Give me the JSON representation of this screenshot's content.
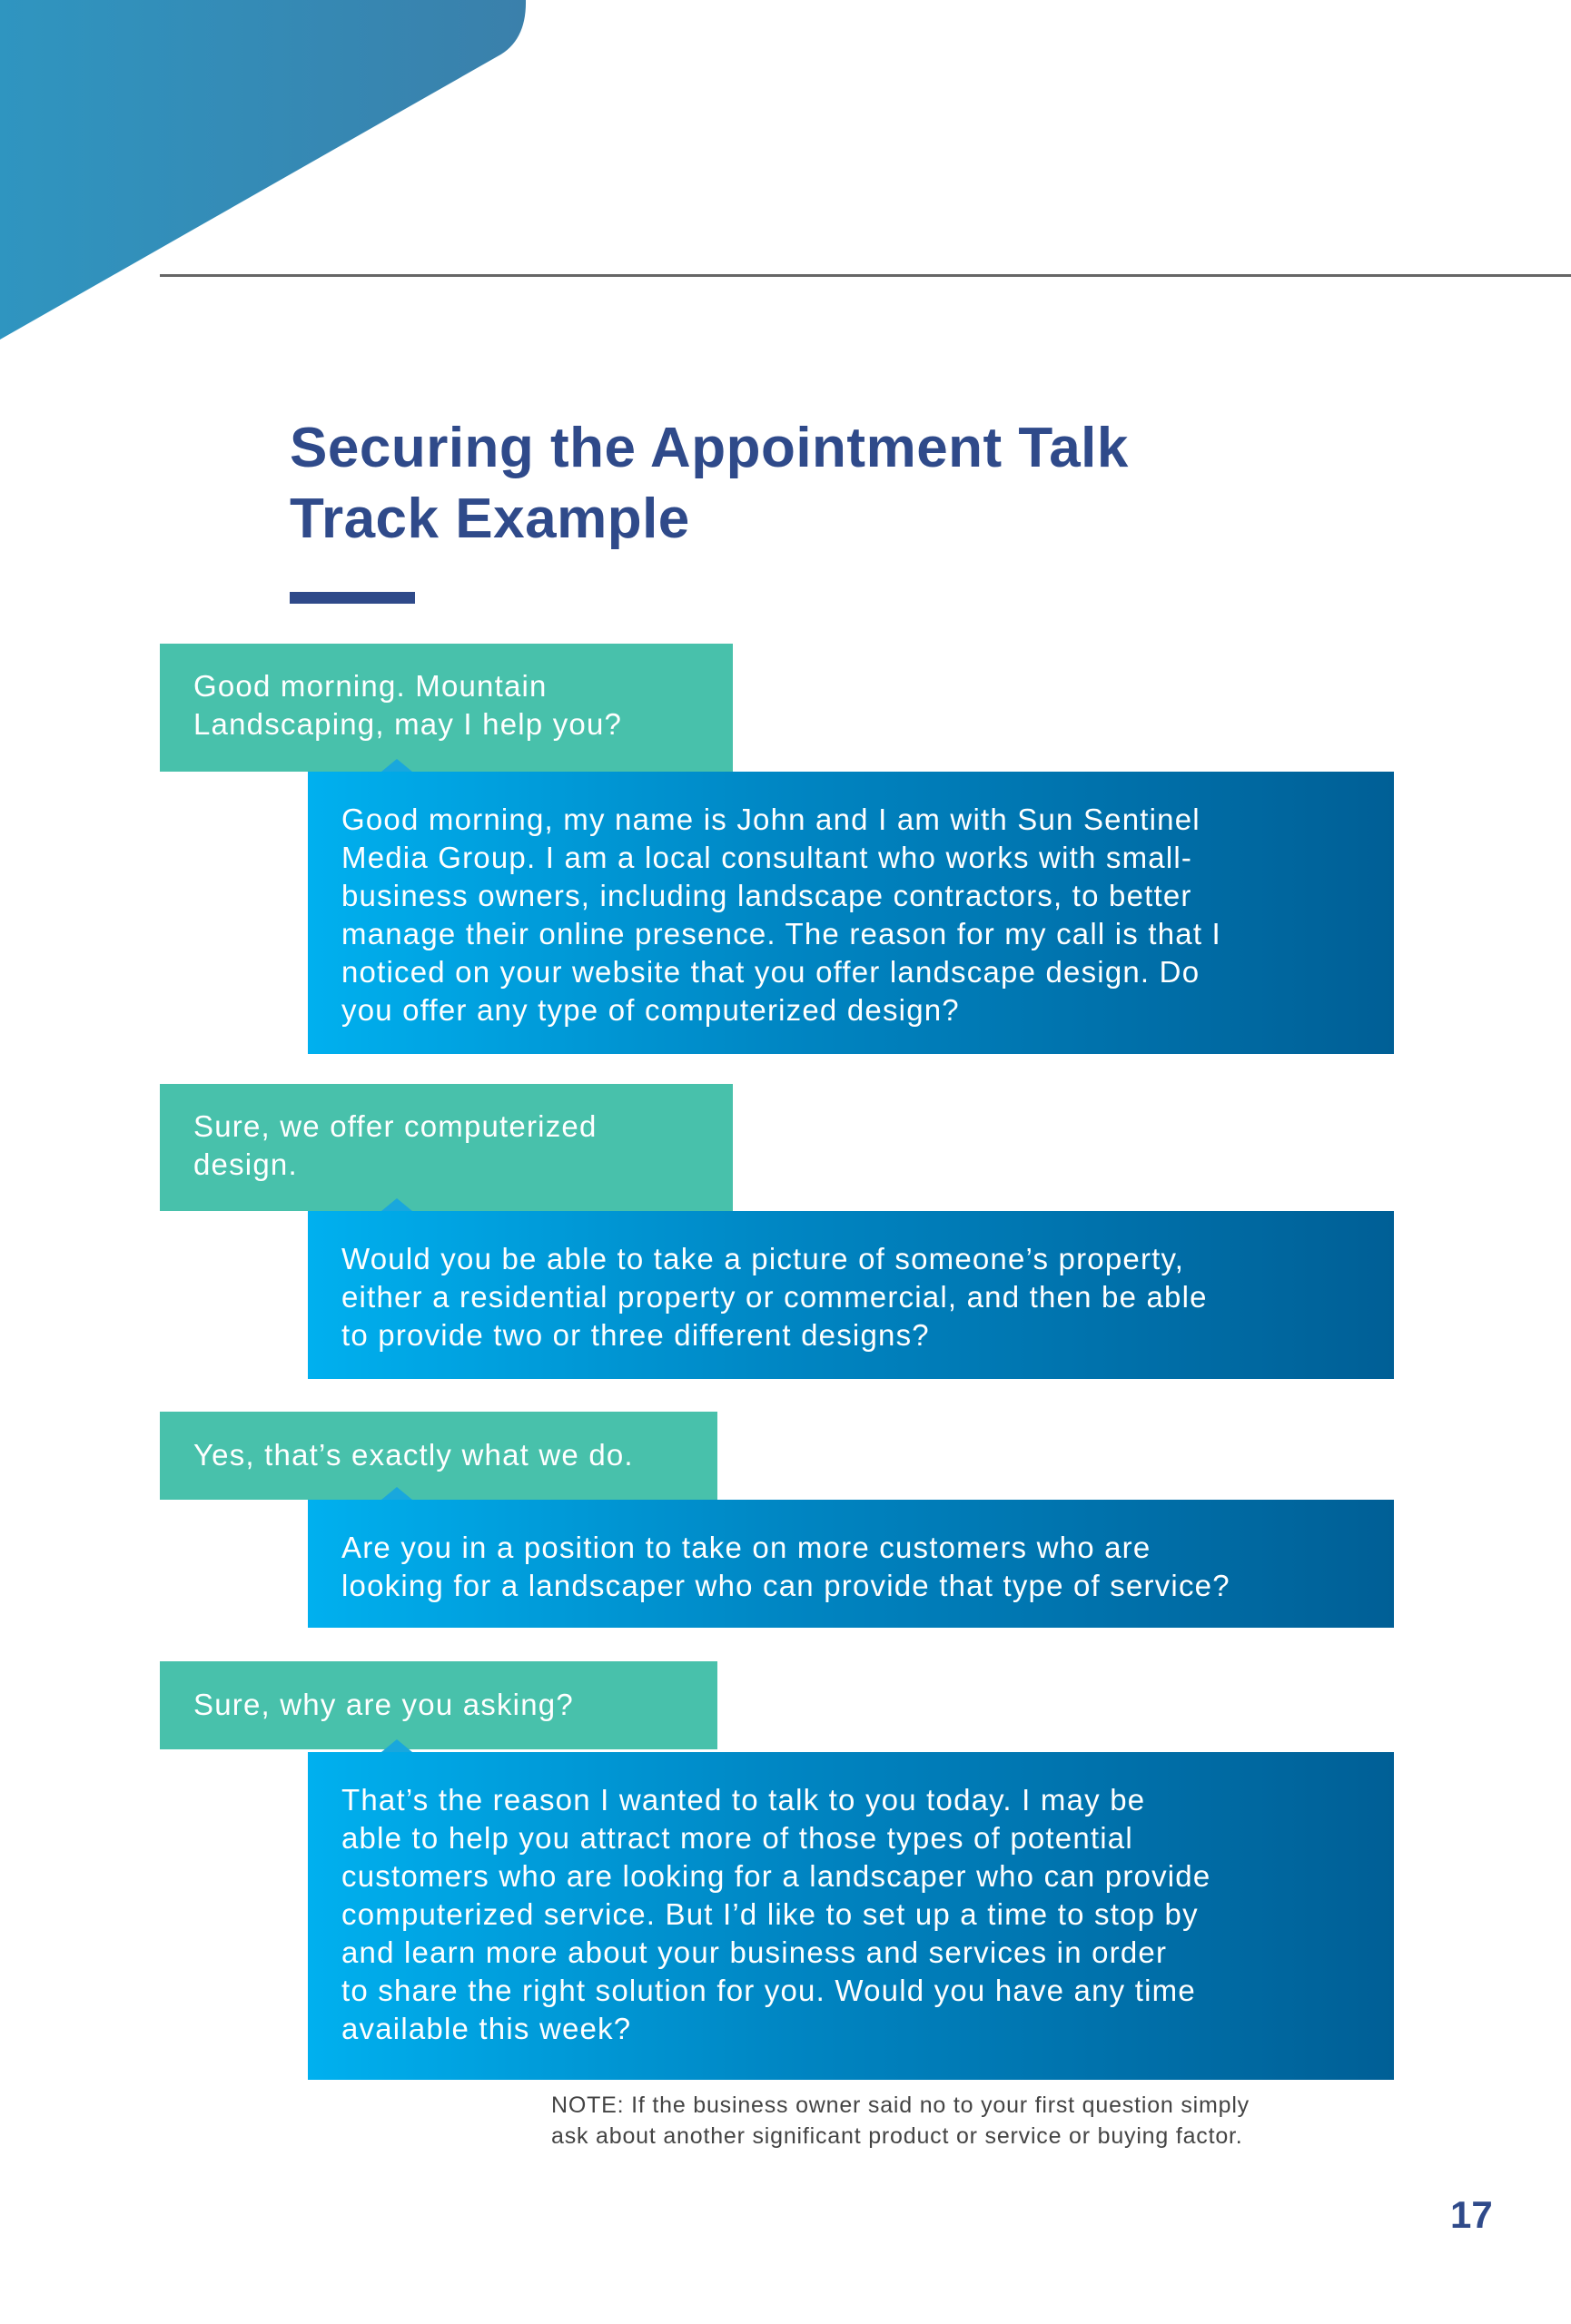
{
  "title": "Securing the Appointment Talk\nTrack Example",
  "colors": {
    "navy": "#2f4a8a",
    "green": "#48c1ab",
    "blue_start": "#00b0ef",
    "blue_end": "#005f96",
    "corner": "#2f8ab5"
  },
  "dialogue": [
    {
      "prospect": "Good morning. Mountain\nLandscaping, may I help you?",
      "rep": "Good morning, my name is John and I am with Sun Sentinel\nMedia Group. I am a local consultant who works with small-\nbusiness owners, including landscape contractors, to better\nmanage their online presence. The reason for my call is that I\nnoticed on your website that you offer landscape design. Do\nyou offer any type of computerized design?"
    },
    {
      "prospect": "Sure, we offer computerized\ndesign.",
      "rep": "Would you be able to take a picture of someone’s property,\neither a residential property or commercial, and then be able\nto provide two or three different designs?"
    },
    {
      "prospect": "Yes, that’s exactly what we do.",
      "rep": "Are you in a position to take on more customers who are\nlooking for a landscaper who can provide that type of service?"
    },
    {
      "prospect": "Sure, why are you asking?",
      "rep": "That’s the reason I wanted to talk to you today. I may be\nable to help you attract more of those types of potential\ncustomers who are looking for a landscaper who can provide\ncomputerized service. But I’d like to set up a time to stop by\nand learn more about your business and services in order\nto share the right solution for you. Would you have any time\navailable this week?"
    }
  ],
  "note": "NOTE: If the business owner said no to your first question simply\nask about another significant product or service or buying factor.",
  "page_number": "17"
}
